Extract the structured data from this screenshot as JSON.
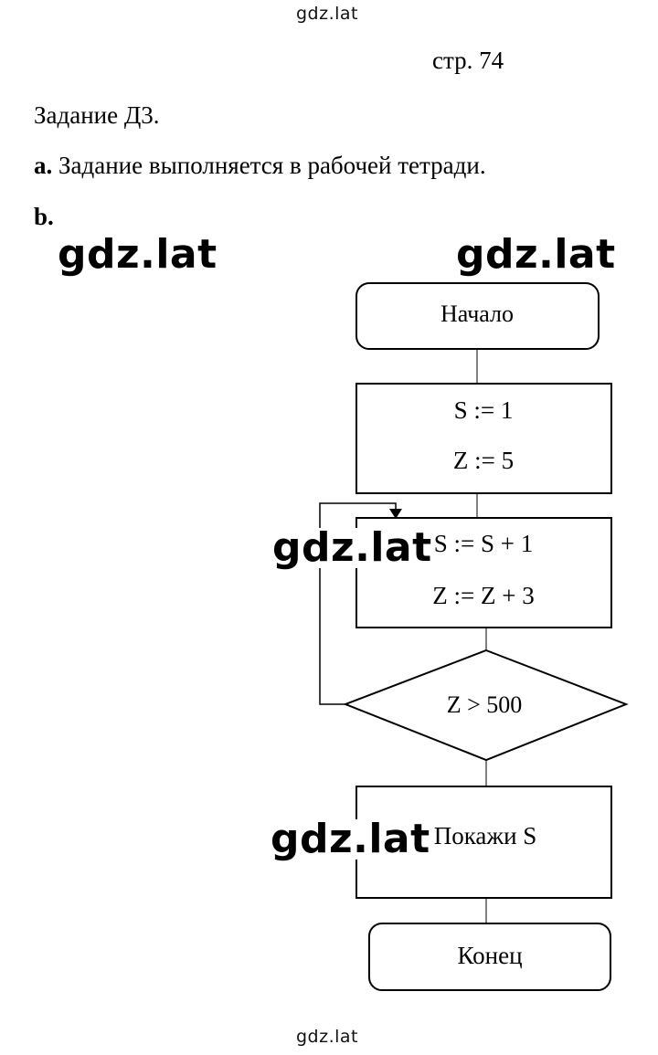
{
  "watermark": {
    "text": "gdz.lat"
  },
  "page_ref": "стр. 74",
  "task_title": "Задание Д3.",
  "part_a": {
    "marker": "a.",
    "text": "Задание выполняется в рабочей тетради."
  },
  "part_b": {
    "marker": "b."
  },
  "flowchart": {
    "start": "Начало",
    "init_line1": "S := 1",
    "init_line2": "Z := 5",
    "loop_line1": "S := S + 1",
    "loop_line2": "Z := Z + 3",
    "condition": "Z > 500",
    "output": "Покажи S",
    "end": "Конец"
  }
}
